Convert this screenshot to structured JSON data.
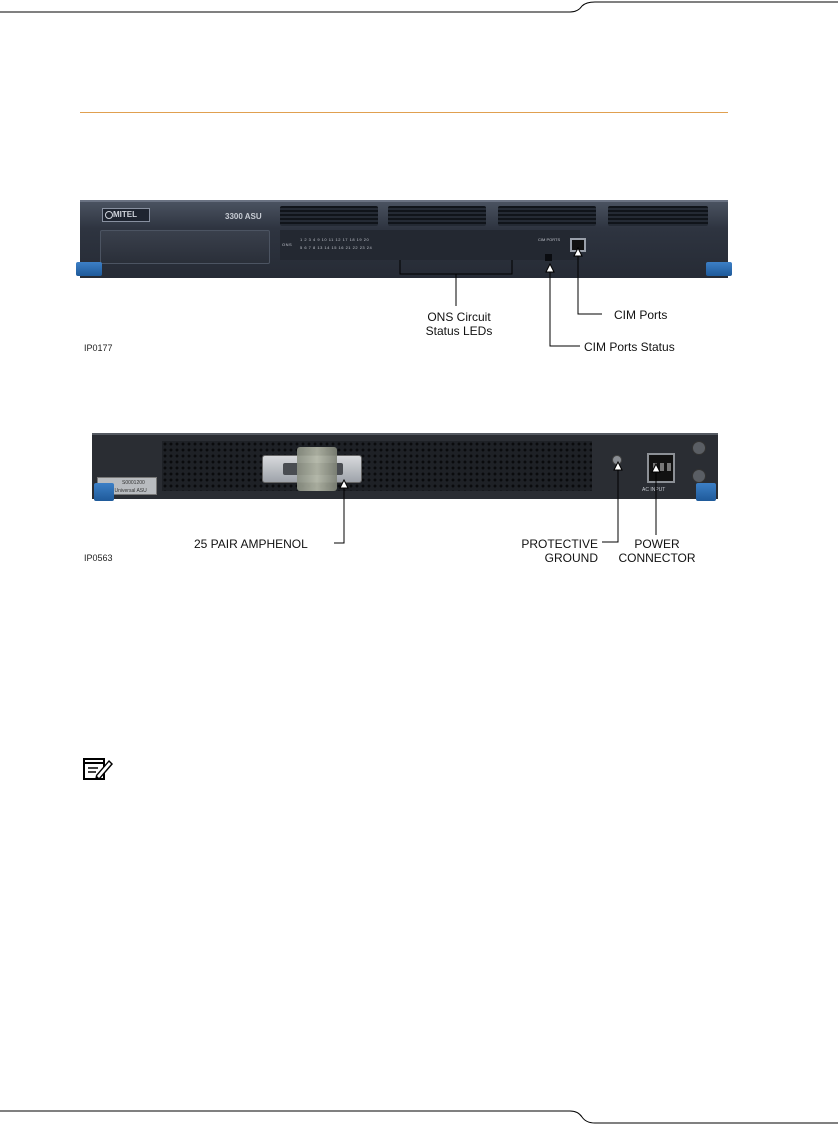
{
  "front_figure": {
    "logo_text": "MITEL",
    "model_text": "3300 ASU",
    "ons_label": "ONS",
    "led_row1": "1 2 3 4     9 10 11 12     17 18 19 20",
    "led_row2": "5 6 7 8    13 14 15 16    21 22 23 24",
    "cim_ports_label": "CIM PORTS",
    "callout_ons_line1": "ONS Circuit",
    "callout_ons_line2": "Status LEDs",
    "callout_cim_ports": "CIM Ports",
    "callout_cim_status": "CIM Ports Status",
    "figure_id": "IP0177"
  },
  "rear_figure": {
    "label_line1": "S0001200",
    "label_line2": "3300 Universal ASU",
    "ac_label": "AC INPUT",
    "callout_amphenol": "25 PAIR AMPHENOL",
    "callout_ground_line1": "PROTECTIVE",
    "callout_ground_line2": "GROUND",
    "callout_power_line1": "POWER",
    "callout_power_line2": "CONNECTOR",
    "figure_id": "IP0563"
  },
  "colors": {
    "rule_accent": "#e0a050",
    "chassis": "#2e3440",
    "foot_blue": "#2f6fb3"
  },
  "icons": {
    "note": "note-pencil-icon"
  }
}
